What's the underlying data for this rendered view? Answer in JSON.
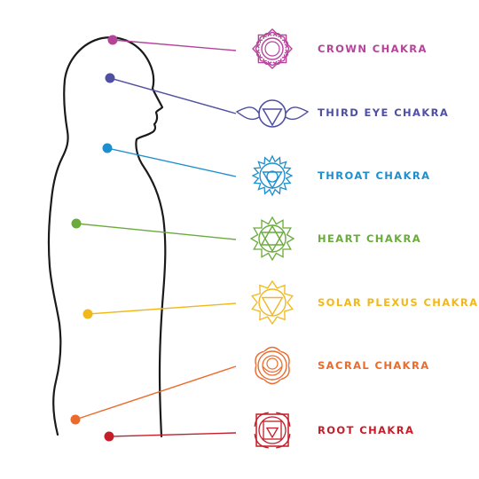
{
  "chakras": [
    {
      "id": "crown",
      "label": "CROWN CHAKRA",
      "color": "#b6439a",
      "symbol": "crown-icon"
    },
    {
      "id": "third-eye",
      "label": "THIRD EYE CHAKRA",
      "color": "#4f4fa3",
      "symbol": "third-eye-icon"
    },
    {
      "id": "throat",
      "label": "THROAT CHAKRA",
      "color": "#1d8fce",
      "symbol": "throat-icon"
    },
    {
      "id": "heart",
      "label": "HEART CHAKRA",
      "color": "#6aab3c",
      "symbol": "heart-icon"
    },
    {
      "id": "solar-plexus",
      "label": "SOLAR PLEXUS CHAKRA",
      "color": "#f1b81c",
      "symbol": "solar-plexus-icon"
    },
    {
      "id": "sacral",
      "label": "SACRAL CHAKRA",
      "color": "#ec6a2c",
      "symbol": "sacral-icon"
    },
    {
      "id": "root",
      "label": "ROOT CHAKRA",
      "color": "#c41e2a",
      "symbol": "root-icon"
    }
  ],
  "body_outline_color": "#1a1a1a"
}
